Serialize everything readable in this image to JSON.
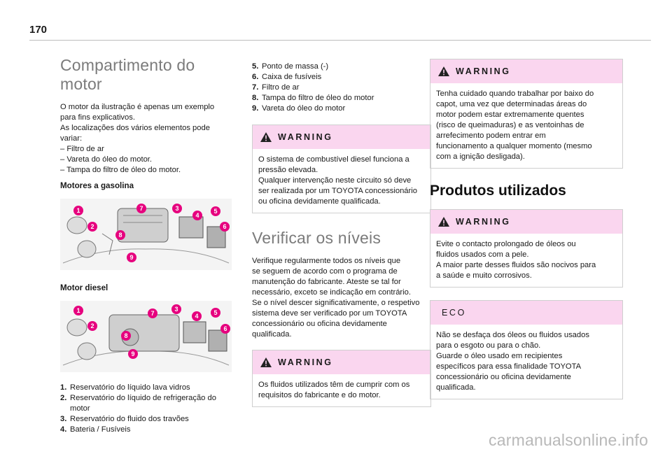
{
  "page": {
    "number": "170"
  },
  "col1": {
    "title": "Compartimento do motor",
    "intro": [
      "O motor da ilustração é apenas um exemplo",
      "para fins explicativos.",
      "As localizações dos vários elementos pode",
      "variar:",
      "– Filtro de ar",
      "– Vareta do óleo do motor.",
      "– Tampa do filtro de óleo do motor."
    ],
    "petrol_heading": "Motores a gasolina",
    "diesel_heading": "Motor diesel",
    "items": [
      {
        "num": "1.",
        "text": "Reservatório do líquido lava vidros"
      },
      {
        "num": "2.",
        "text": "Reservatório do líquido de refrigeração do"
      },
      {
        "num": "",
        "text": "motor"
      },
      {
        "num": "3.",
        "text": "Reservatório do fluido dos travões"
      },
      {
        "num": "4.",
        "text": "Bateria / Fusíveis"
      }
    ]
  },
  "figure_labels": [
    "1",
    "2",
    "3",
    "4",
    "5",
    "6",
    "7",
    "8",
    "9"
  ],
  "col2": {
    "items": [
      {
        "num": "5.",
        "text": "Ponto de massa (-)"
      },
      {
        "num": "6.",
        "text": "Caixa de fusíveis"
      },
      {
        "num": "7.",
        "text": "Filtro de ar"
      },
      {
        "num": "8.",
        "text": "Tampa do filtro de óleo do motor"
      },
      {
        "num": "9.",
        "text": "Vareta do óleo do motor"
      }
    ],
    "warning1": {
      "label": "WARNING",
      "lines": [
        "O sistema de combustível diesel funciona a",
        "pressão elevada.",
        "Qualquer intervenção neste circuito só deve",
        "ser realizada por um TOYOTA concessionário",
        "ou oficina devidamente qualificada."
      ]
    },
    "title": "Verificar os níveis",
    "body": [
      "Verifique regularmente todos os níveis que",
      "se seguem de acordo com o programa de",
      "manutenção do fabricante. Ateste se tal for",
      "necessário, exceto se indicação em contrário.",
      "Se o nível descer significativamente, o respetivo",
      "sistema deve ser verificado por um TOYOTA",
      "concessionário ou oficina devidamente",
      "qualificada."
    ],
    "warning2": {
      "label": "WARNING",
      "lines": [
        "Os fluidos utilizados têm de cumprir com os",
        "requisitos do fabricante e do motor."
      ]
    }
  },
  "col3": {
    "warning1": {
      "label": "WARNING",
      "lines": [
        "Tenha cuidado quando trabalhar por baixo do",
        "capot, uma vez que determinadas áreas do",
        "motor podem estar extremamente quentes",
        "(risco de queimaduras) e as ventoinhas de",
        "arrefecimento podem entrar em",
        "funcionamento a qualquer momento (mesmo",
        "com a ignição desligada)."
      ]
    },
    "title": "Produtos utilizados",
    "warning2": {
      "label": "WARNING",
      "lines": [
        "Evite o contacto prolongado de óleos ou",
        "fluidos usados com a pele.",
        "A maior parte desses fluidos são nocivos para",
        "a saúde e muito corrosivos."
      ]
    },
    "eco": {
      "label": "ECO",
      "lines": [
        "Não se desfaça dos óleos ou fluidos usados",
        "para o esgoto ou para o chão.",
        "Guarde o óleo usado em recipientes",
        "específicos para essa finalidade TOYOTA",
        "concessionário ou oficina devidamente",
        "qualificada."
      ]
    }
  },
  "watermark": "carmanualsonline.info",
  "colors": {
    "accent": "#e6007e",
    "box_header": "#fad6ef",
    "title_gray": "#7b7b7b"
  }
}
